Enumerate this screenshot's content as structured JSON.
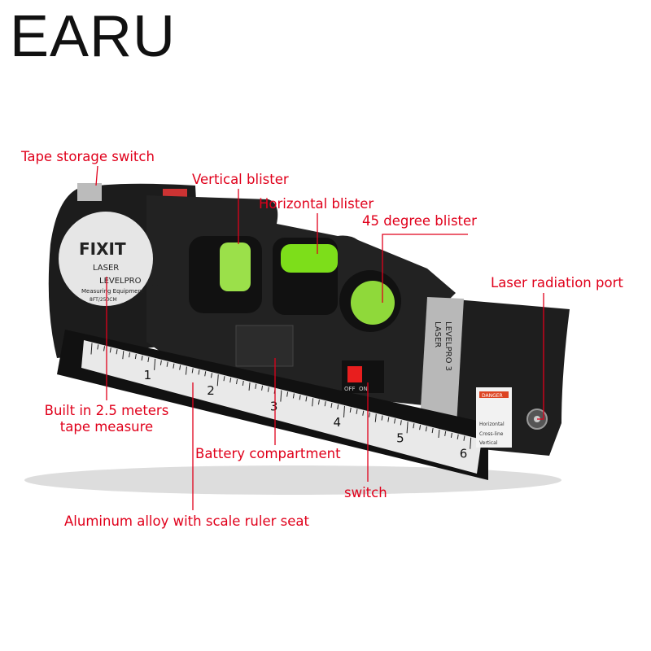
{
  "brand": "EARU",
  "colors": {
    "annotation": "#e0001b",
    "body": "#1a1a1a",
    "bubble": "#7dde1a",
    "ruler": "#e9e9e9"
  },
  "annotations": {
    "tape_storage_switch": "Tape storage switch",
    "vertical_blister": "Vertical blister",
    "horizontal_blister": "Horizontal blister",
    "degree45_blister": "45 degree blister",
    "laser_port": "Laser radiation port",
    "tape_line1": "Built in 2.5 meters",
    "tape_line2": "tape measure",
    "battery": "Battery compartment",
    "switch": "switch",
    "aluminum": "Aluminum alloy with scale ruler seat"
  },
  "device": {
    "badge_brand": "FIXIT",
    "badge_laser": "LASER",
    "badge_model": "LEVELPRO",
    "badge_model_num": "3",
    "badge_sub": "Measuring Equipment",
    "badge_len": "8FT/250CM",
    "side_line1": "LASER",
    "side_line2": "LEVELPRO 3",
    "warning_title": "DANGER",
    "warning_items": [
      "Horizontal",
      "Cross-line",
      "Vertical"
    ],
    "switch_label": "OFF  ON",
    "ruler_numbers": [
      "1",
      "2",
      "3",
      "4",
      "5",
      "6"
    ]
  }
}
